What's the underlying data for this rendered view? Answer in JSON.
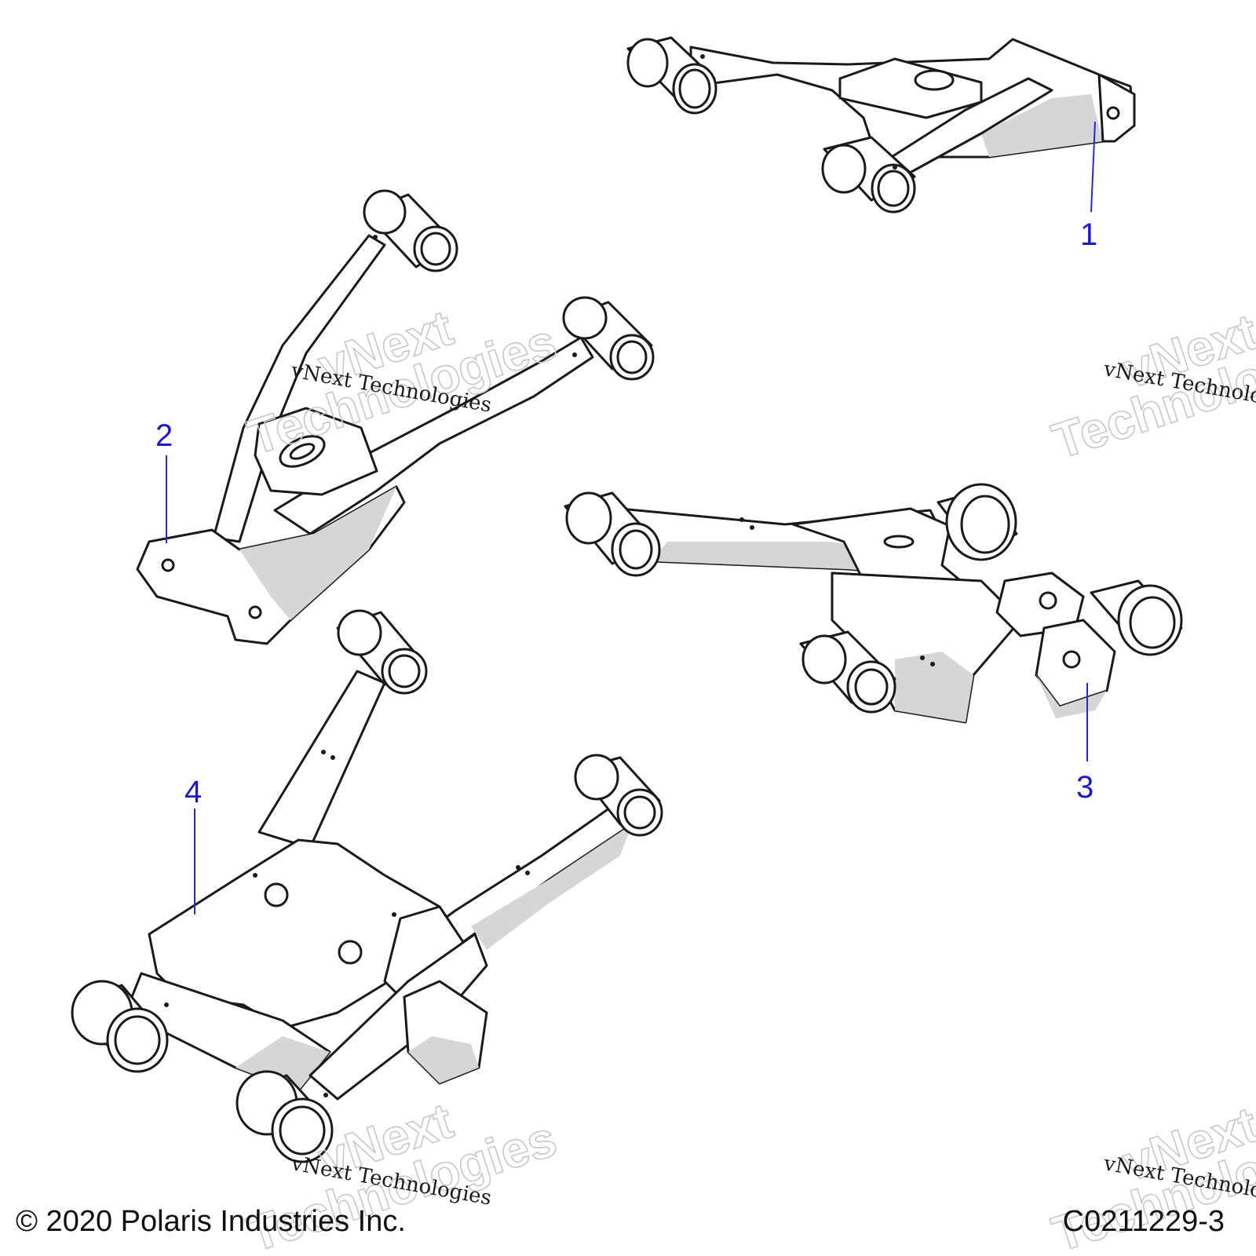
{
  "callouts": {
    "c1": "1",
    "c2": "2",
    "c3": "3",
    "c4": "4"
  },
  "watermark": {
    "line1": "vNext Technologies",
    "big1": "vNext",
    "big2": "Technologies"
  },
  "footer": {
    "copyright": "© 2020 Polaris Industries Inc.",
    "drawing_id": "C0211229-3"
  },
  "colors": {
    "callout": "#1a1acc",
    "line": "#1a1a1a",
    "shade": "#d6d6d6"
  }
}
